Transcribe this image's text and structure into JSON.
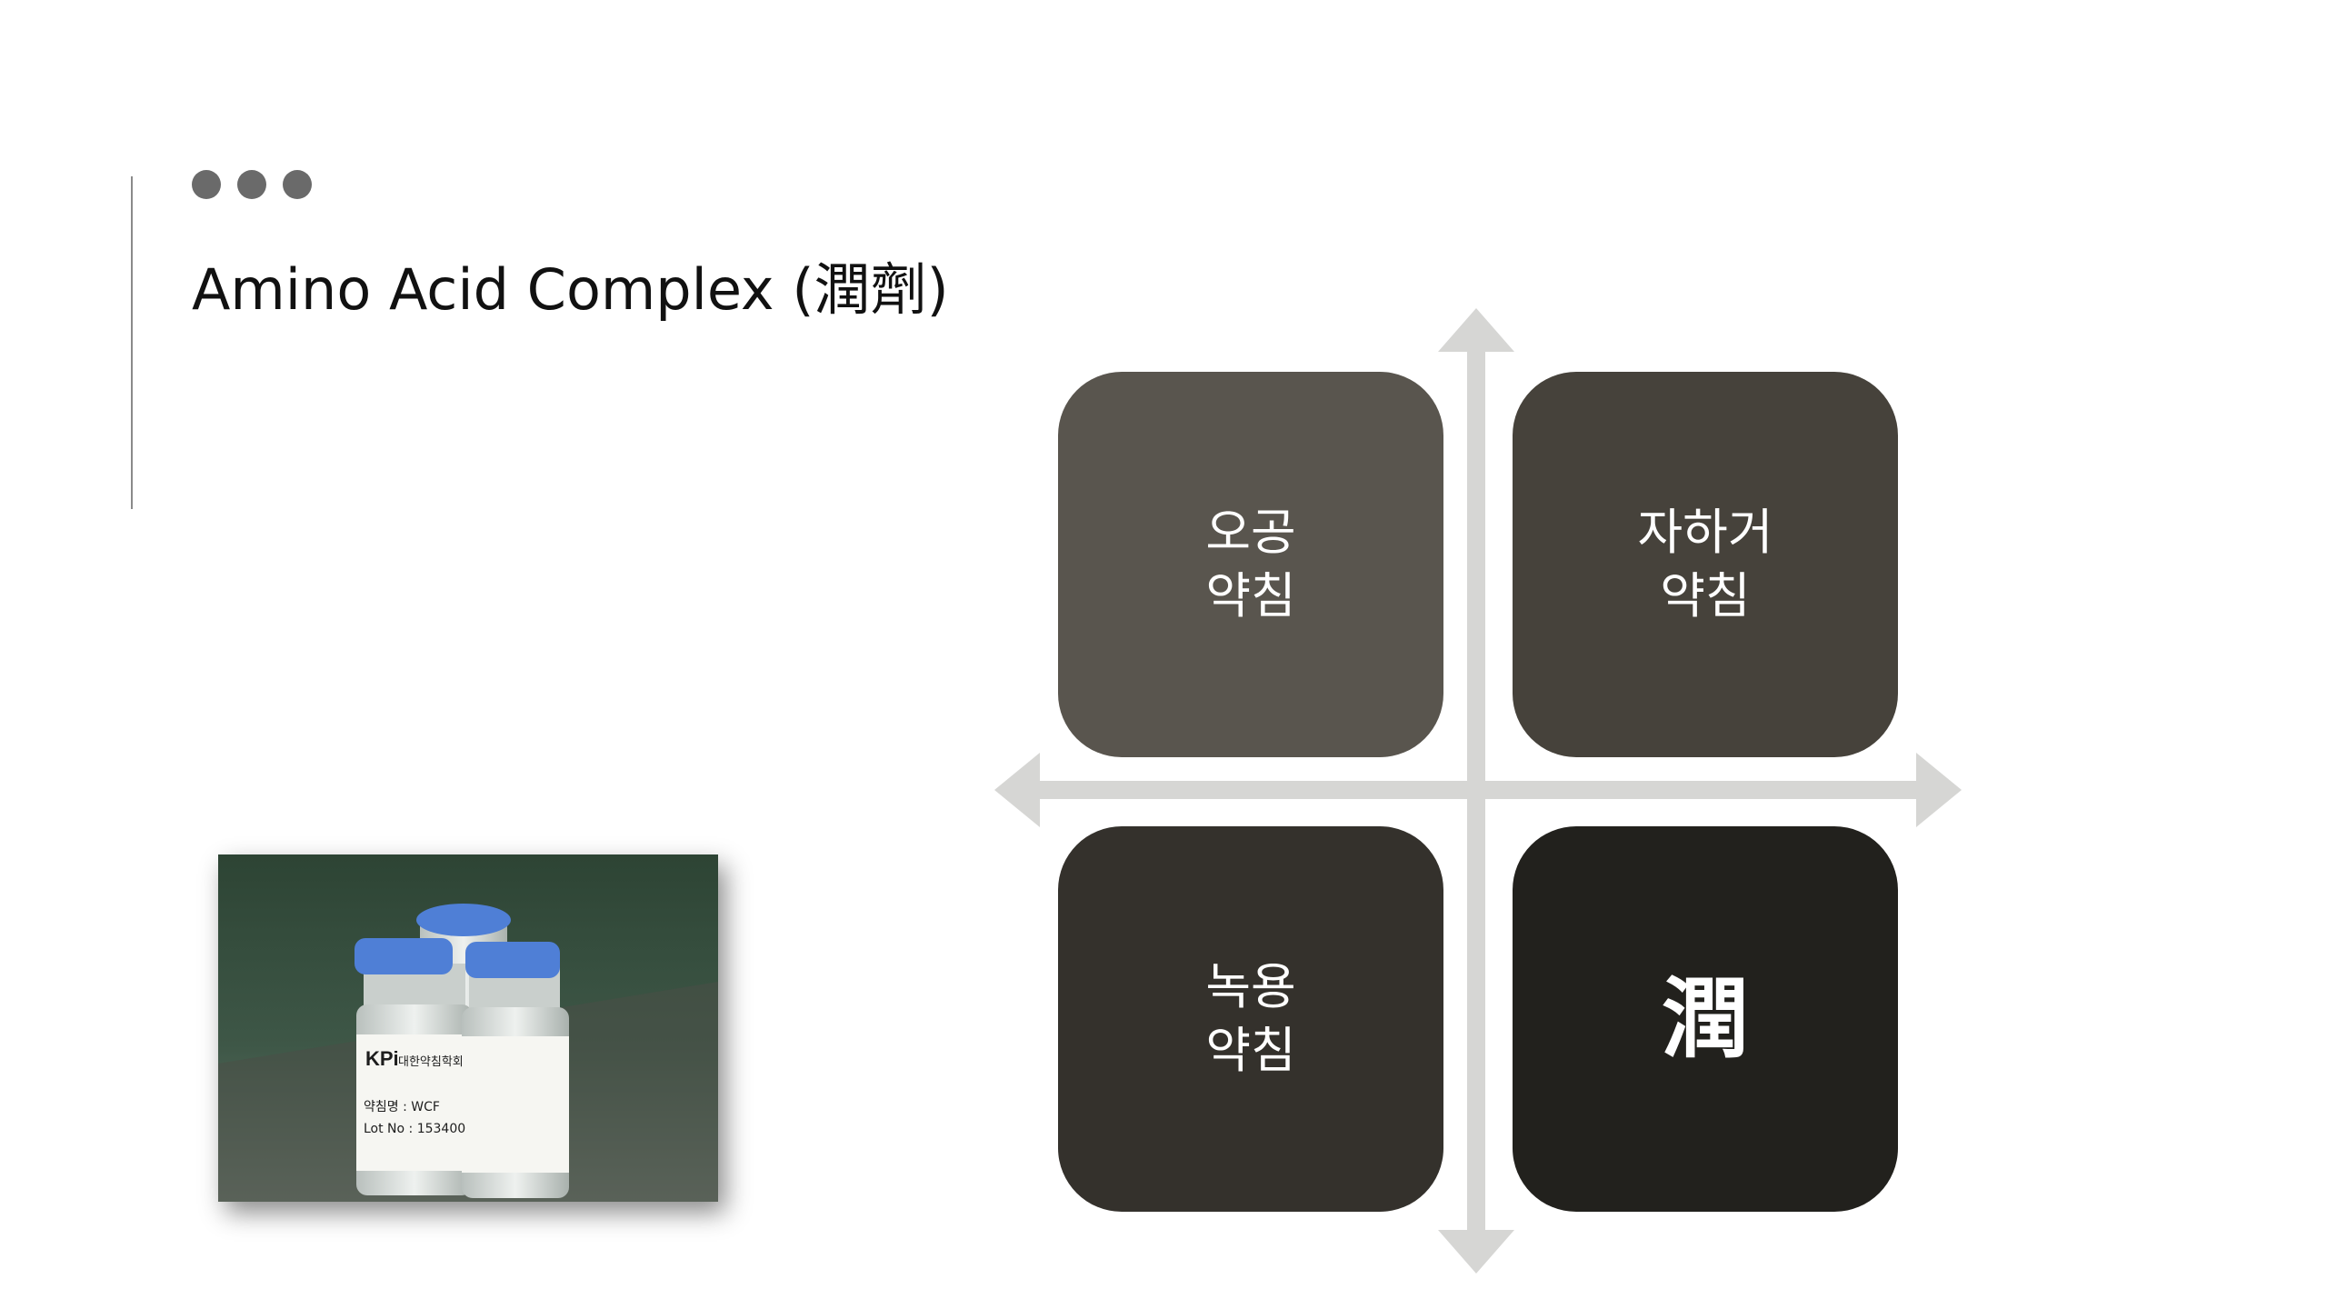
{
  "slide": {
    "title": "Amino Acid Complex (潤劑)"
  },
  "matrix": {
    "quadrants": [
      {
        "label": "오공\n약침",
        "color": "#59554e"
      },
      {
        "label": "자하거\n약침",
        "color": "#46423b"
      },
      {
        "label": "녹용\n약침",
        "color": "#34312c"
      },
      {
        "label": "潤",
        "color": "#22211d"
      }
    ],
    "axis_color": "#d6d6d4"
  },
  "photo": {
    "brand": "KPi",
    "maker": "대한약침학회",
    "name_line": "약침명 : WCF",
    "lot_line": "Lot No : 153400",
    "cap_color": "#4f7fd6"
  }
}
